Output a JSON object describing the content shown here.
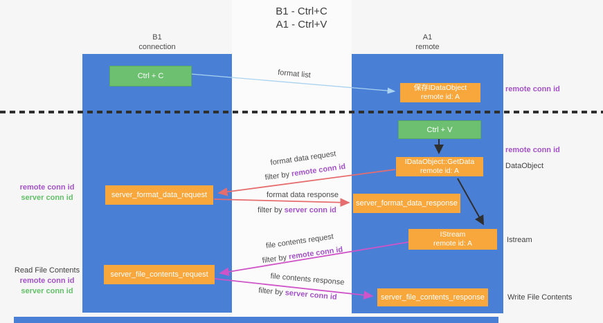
{
  "title": {
    "line1": "B1 - Ctrl+C",
    "line2": "A1 - Ctrl+V"
  },
  "lanes": {
    "left": {
      "name": "B1",
      "role": "connection"
    },
    "right": {
      "name": "A1",
      "role": "remote"
    }
  },
  "nodes": {
    "ctrl_c": "Ctrl + C",
    "ctrl_v": "Ctrl + V",
    "save_idataobject_line1": "保存IDataObject",
    "save_idataobject_line2": "remote id: A",
    "getdata_line1": "IDataObject::GetData",
    "getdata_line2": "remote id: A",
    "istream_line1": "IStream",
    "istream_line2": "remote id: A",
    "format_data_request": "server_format_data_request",
    "format_data_response": "server_format_data_response",
    "file_contents_request": "server_file_contents_request",
    "file_contents_response": "server_file_contents_response"
  },
  "edge_labels": {
    "format_list": "format list",
    "format_data_request": "format data request",
    "format_data_response": "format data response",
    "file_contents_request": "file contents request",
    "file_contents_response": "file contents response",
    "filter_by": "filter by ",
    "remote_conn_id": "remote conn id",
    "server_conn_id": "server conn id"
  },
  "side_labels": {
    "remote_conn_id": "remote conn id",
    "server_conn_id": "server conn id",
    "dataobject": "DataObject",
    "istream": "Istream",
    "read_file_contents": "Read File Contents",
    "write_file_contents": "Write File Contents"
  },
  "colors": {
    "background": "#f6f6f7",
    "background_mid": "#fbfbfb",
    "lane_blue": "#4a7fd6",
    "node_green": "#6ec071",
    "node_orange": "#f7a73c",
    "arrow_light_blue": "#a9d3f0",
    "arrow_red": "#e66d6e",
    "arrow_magenta": "#cf54c8",
    "arrow_black": "#2f2f2f",
    "label_purple": "#a352c6",
    "label_green": "#63bf68",
    "text_dark": "#3f3f3f",
    "dash_color": "#2f2f2f"
  }
}
